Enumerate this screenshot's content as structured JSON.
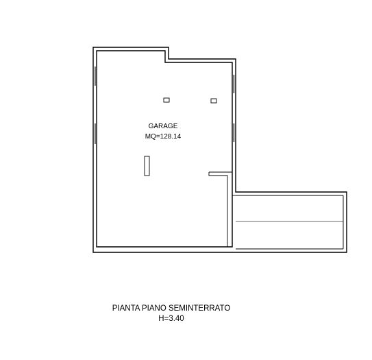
{
  "room": {
    "name": "GARAGE",
    "area": "MQ=128.14"
  },
  "title": {
    "line1": "PIANTA PIANO SEMINTERRATO",
    "line2": "H=3.40"
  }
}
